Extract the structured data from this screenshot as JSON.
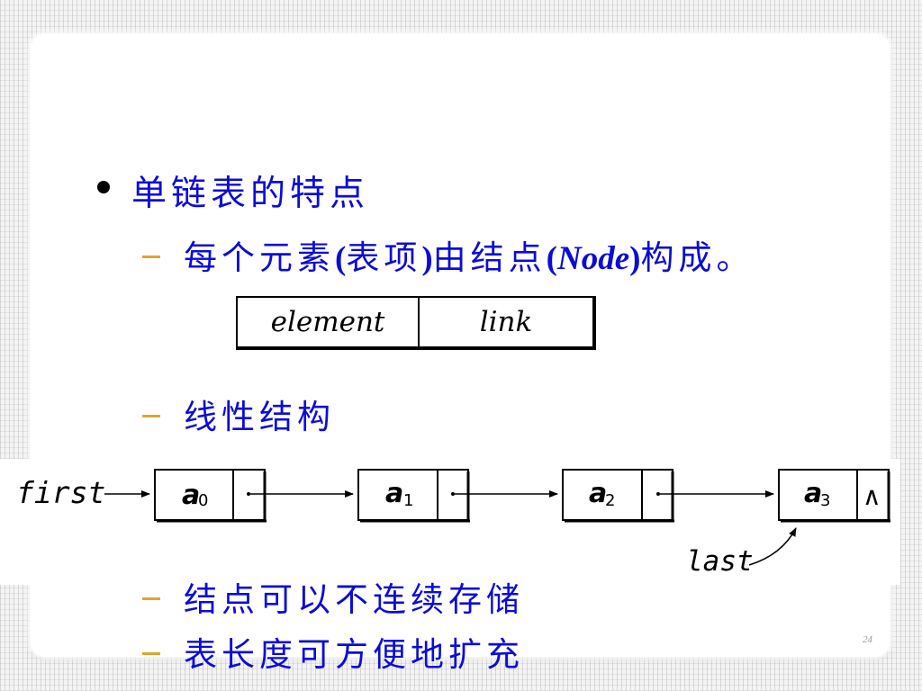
{
  "slide": {
    "heading": "单链表的特点",
    "item1_pre": "每个元素",
    "item1_lparen": "(",
    "item1_mid": "表项",
    "item1_rparen": ")",
    "item1_post1": "由结点",
    "item1_lparen2": "(",
    "item1_node": "Node",
    "item1_rparen2": ")",
    "item1_post2": "构成。",
    "item2": "线性结构",
    "item3": "结点可以不连续存储",
    "item4": "表长度可方便地扩充",
    "page_number": "24"
  },
  "node_diagram": {
    "field_element": "element",
    "field_link": "link"
  },
  "list_diagram": {
    "head_label": "first",
    "tail_label": "last",
    "nodes": [
      {
        "base": "a",
        "sub": "0"
      },
      {
        "base": "a",
        "sub": "1"
      },
      {
        "base": "a",
        "sub": "2"
      },
      {
        "base": "a",
        "sub": "3"
      }
    ],
    "null_symbol": "∧"
  },
  "colors": {
    "text_blue": "#0c0cd6",
    "dash_orange": "#e0a52a"
  }
}
